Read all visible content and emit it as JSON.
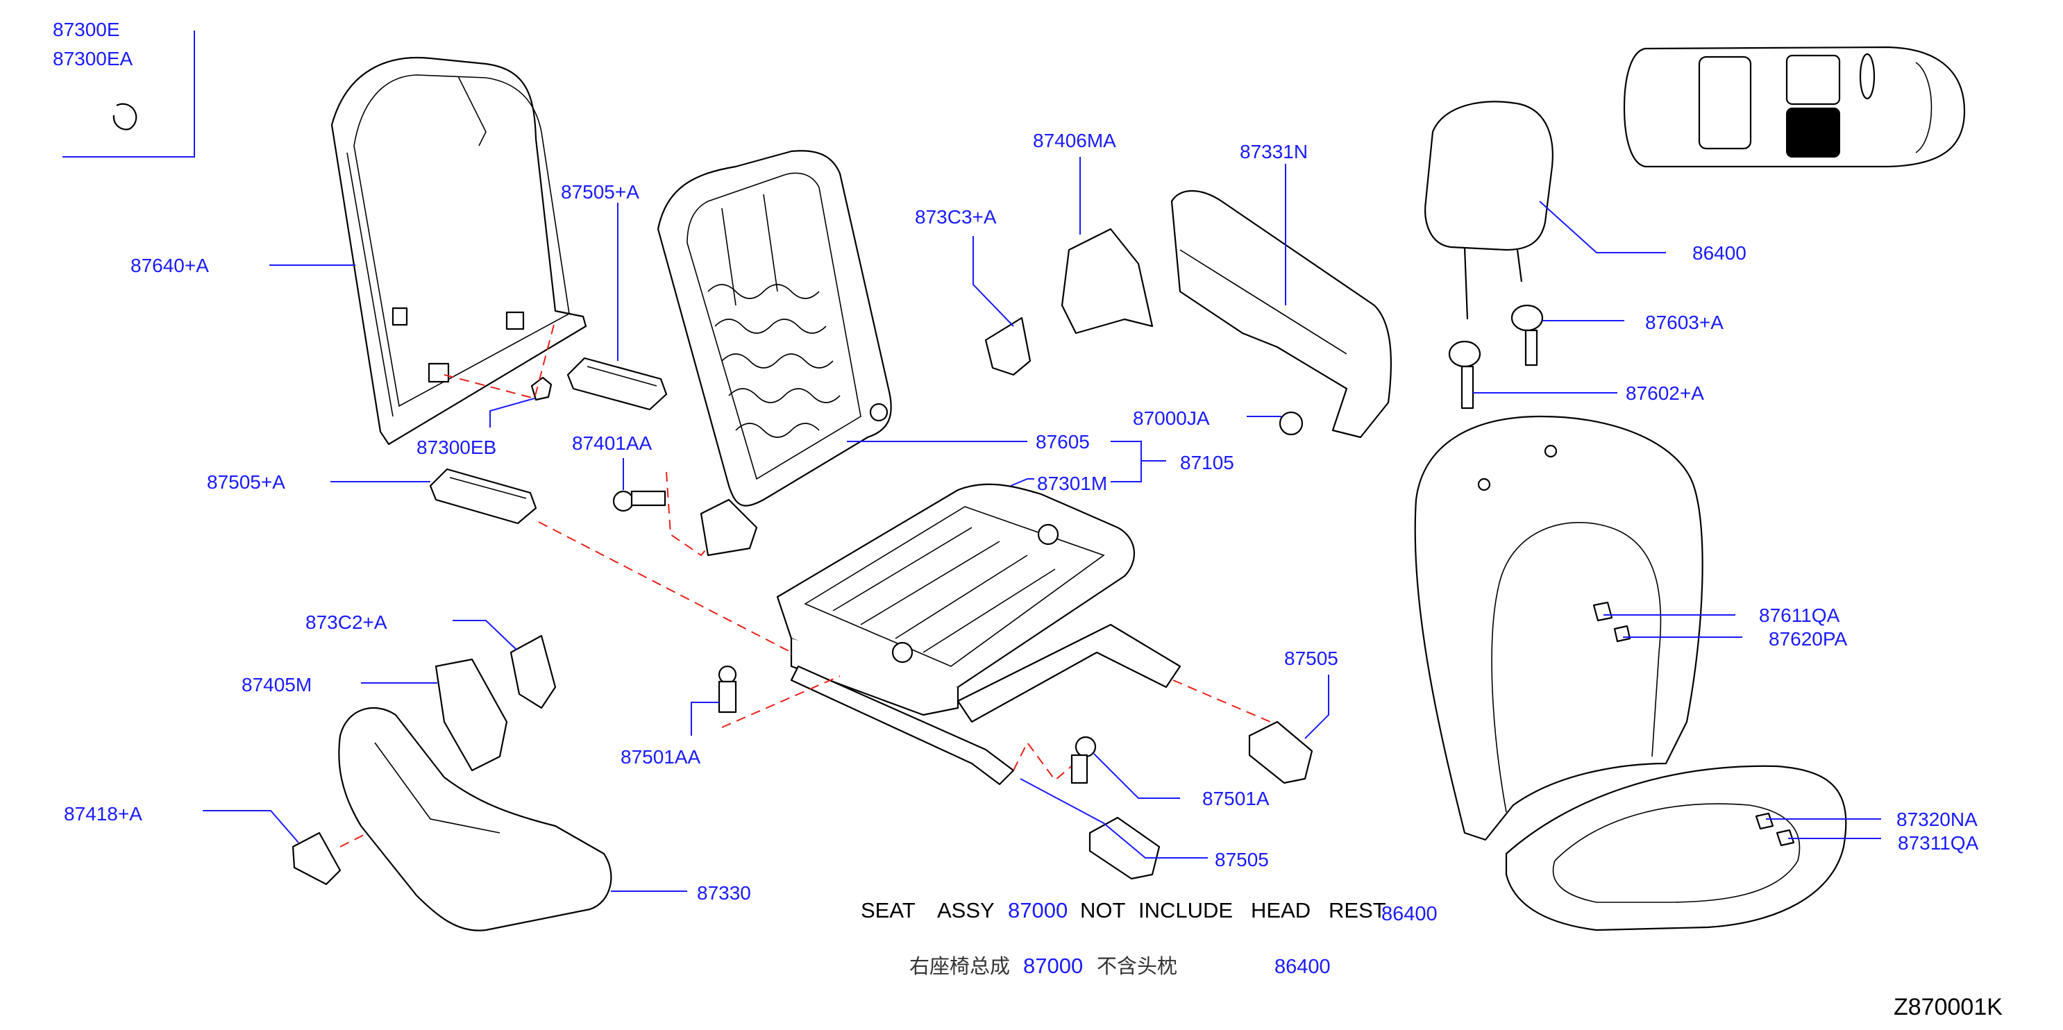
{
  "labels": {
    "p87300E": "87300E",
    "p87300EA": "87300EA",
    "p87640A": "87640+A",
    "p87505A_top": "87505+A",
    "p87300EB": "87300EB",
    "p87505A_left": "87505+A",
    "p87401AA": "87401AA",
    "p873C3A": "873C3+A",
    "p87406MA": "87406MA",
    "p87331N": "87331N",
    "p87000JA": "87000JA",
    "p87605": "87605",
    "p87105": "87105",
    "p87301M": "87301M",
    "p873C2A": "873C2+A",
    "p87405M": "87405M",
    "p87418A": "87418+A",
    "p87501AA": "87501AA",
    "p87505_right": "87505",
    "p87501A": "87501A",
    "p87505_bottom": "87505",
    "p87330": "87330",
    "p86400": "86400",
    "p87603A": "87603+A",
    "p87602A": "87602+A",
    "p87611QA": "87611QA",
    "p87620PA": "87620PA",
    "p87320NA": "87320NA",
    "p87311QA": "87311QA"
  },
  "note_en": {
    "seat": "SEAT",
    "assy": "ASSY",
    "code": "87000",
    "not": "NOT",
    "include": "INCLUDE",
    "head": "HEAD",
    "rest": "REST",
    "code2": "86400"
  },
  "note_cn": {
    "text1": "右座椅总成",
    "code": "87000",
    "text2": "不含头枕",
    "code2": "86400"
  },
  "diagram_code": "Z870001K",
  "colors": {
    "label": "#1a1aff",
    "dashed_line": "#e8201a",
    "outline": "#000000"
  }
}
